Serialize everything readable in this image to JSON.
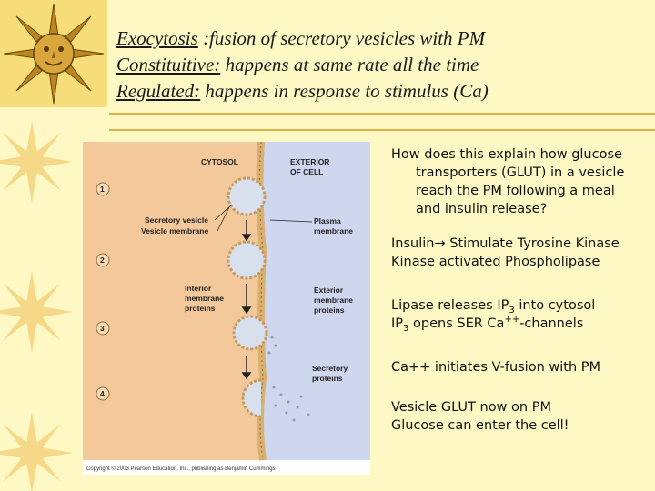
{
  "title": {
    "line1_term": "Exocytosis",
    "line1_rest": " :fusion of secretory vesicles with PM",
    "line2_term": "Constituitive:",
    "line2_rest": " happens at same rate all the time",
    "line3_term": "Regulated:",
    "line3_rest": " happens in response to stimulus (Ca)"
  },
  "figure": {
    "cytosol": "CYTOSOL",
    "exterior_1": "EXTERIOR",
    "exterior_2": "OF CELL",
    "step_numbers": [
      "1",
      "2",
      "3",
      "4"
    ],
    "secretory_vesicle": "Secretory vesicle",
    "vesicle_membrane": "Vesicle membrane",
    "plasma_1": "Plasma",
    "plasma_2": "membrane",
    "interior_1": "Interior",
    "interior_2": "membrane",
    "interior_3": "proteins",
    "exterior_prot_1": "Exterior",
    "exterior_prot_2": "membrane",
    "exterior_prot_3": "proteins",
    "secretory_prot_1": "Secretory",
    "secretory_prot_2": "proteins",
    "copyright": "Copyright © 2003 Pearson Education, Inc., publishing as Benjamin Cummings"
  },
  "bullets": {
    "q_line1": "How does this explain how glucose",
    "q_line2": "transporters (GLUT) in a vesicle",
    "q_line3": "reach the PM following a meal",
    "q_line4": "and insulin release?",
    "insulin_a": "Insulin",
    "insulin_b": " Stimulate Tyrosine Kinase",
    "kinase": "Kinase activated Phospholipase",
    "lipase_a": "Lipase releases IP",
    "lipase_sub": "3",
    "lipase_b": " into cytosol",
    "ip3_a": "IP",
    "ip3_sub": "3",
    "ip3_b": " opens SER Ca",
    "ip3_sup": "++",
    "ip3_c": "-channels",
    "ca": "Ca++ initiates V-fusion with PM",
    "vesicle": "Vesicle GLUT now on PM",
    "glucose": "Glucose can enter the cell!"
  },
  "colors": {
    "background": "#fdf8c4",
    "sun": "#f3c86a",
    "cytosol": "#f3c89a",
    "exterior": "#cfd7ee",
    "rule": "#d9b24c"
  }
}
